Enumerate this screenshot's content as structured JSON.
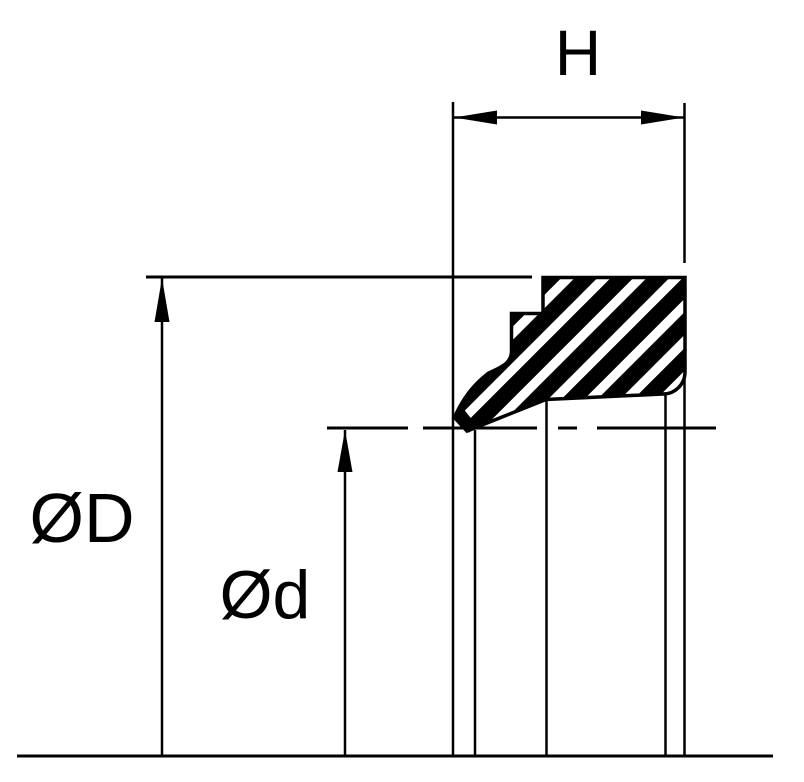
{
  "diagram": {
    "title": "seal-cross-section",
    "type": "engineering-dimension-drawing",
    "labels": {
      "height_dim": "H",
      "outer_diameter_dim": "ØD",
      "inner_diameter_dim": "Ød"
    },
    "colors": {
      "line": "#000000",
      "background": "#ffffff"
    }
  }
}
